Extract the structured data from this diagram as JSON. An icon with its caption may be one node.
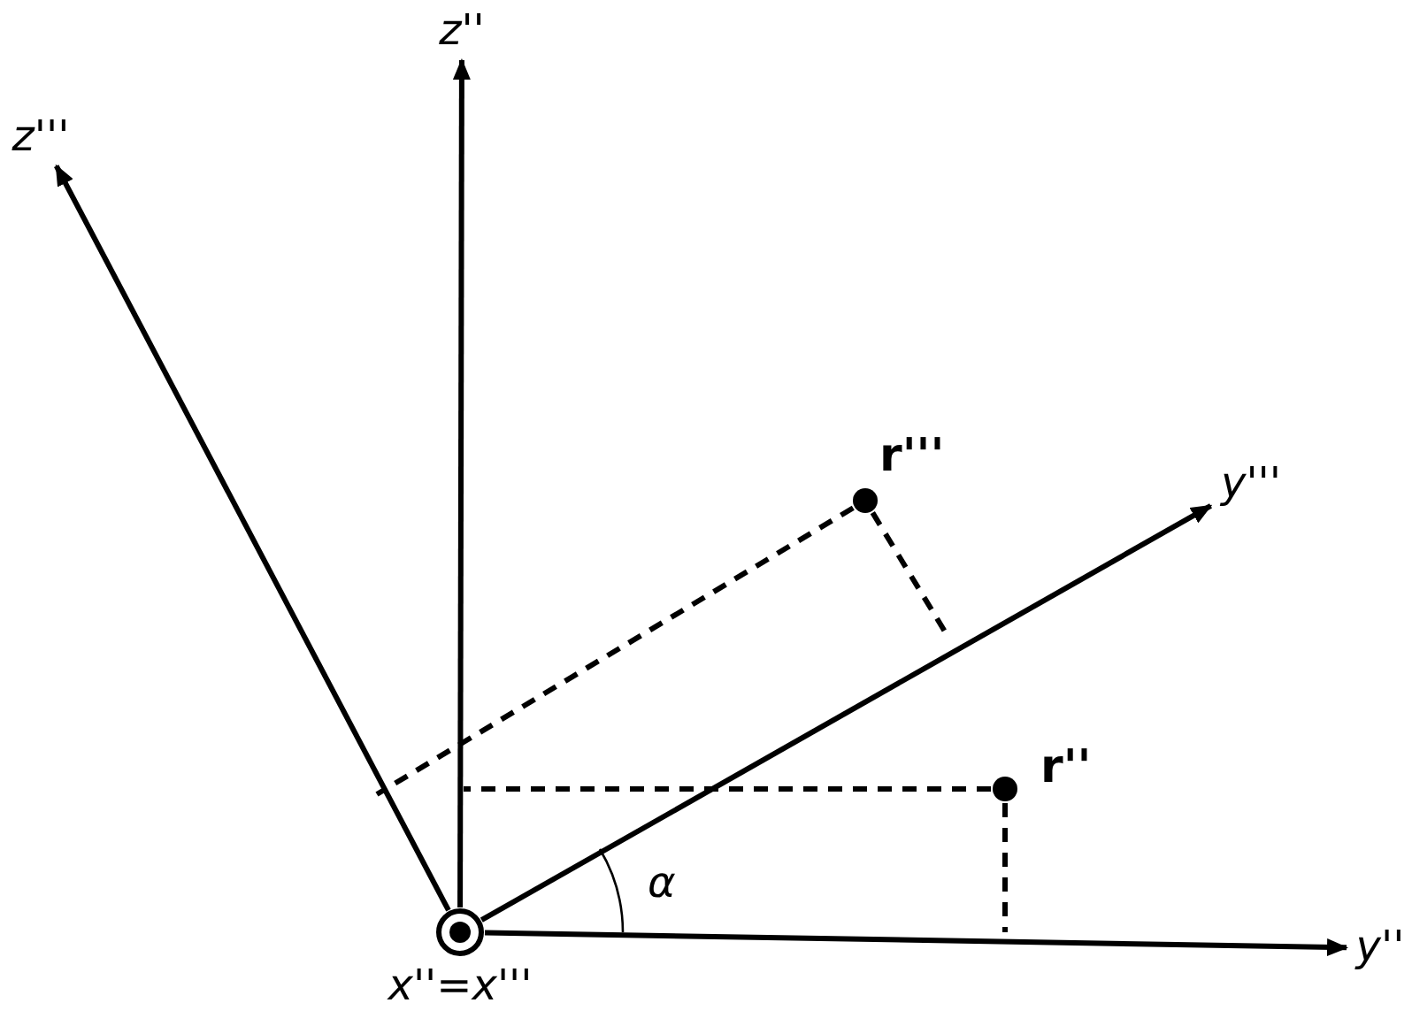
{
  "diagram": {
    "nodes": [
      {
        "text": [
          "x''=x'''"
        ]
      },
      {
        "text": [
          "z'''"
        ]
      },
      {
        "text": [
          "z''"
        ]
      },
      {
        "text": [
          "y'''"
        ]
      },
      {
        "text": [
          "y''"
        ]
      },
      {
        "text": [
          "r'''"
        ]
      },
      {
        "text": [
          "r''"
        ]
      }
    ],
    "edges": [
      {
        "from": 0,
        "to": 1,
        "arrow": "to"
      },
      {
        "from": 0,
        "to": 2,
        "arrow": "to"
      },
      {
        "from": 0,
        "to": 3,
        "arrow": "to"
      },
      {
        "from": 0,
        "to": 4,
        "arrow": "to"
      },
      {
        "from": 5,
        "to": null,
        "arrow": "none",
        "style": "dashed"
      },
      {
        "from": 5,
        "to": null,
        "arrow": "none",
        "style": "dashed"
      },
      {
        "from": 6,
        "to": null,
        "arrow": "none",
        "style": "dashed"
      },
      {
        "from": 6,
        "to": null,
        "arrow": "none",
        "style": "dashed"
      }
    ],
    "labels": [
      "α"
    ]
  }
}
